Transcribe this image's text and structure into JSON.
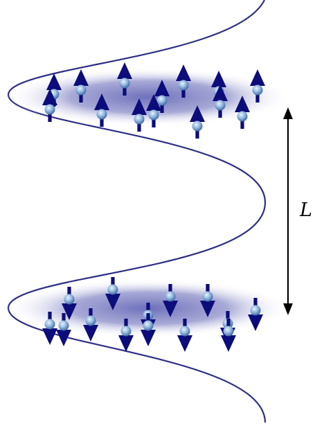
{
  "figure": {
    "separation_label": "L",
    "colors": {
      "potential_curve": "#2e2f86",
      "cloud": "#6668b8",
      "spin_arrow": "#0c0c7a",
      "atom_core": "#7fa8d4",
      "atom_highlight": "#e8f3ff",
      "distance_arrow": "#000000"
    },
    "upper_cloud": {
      "spin": "up",
      "atom_count": 14
    },
    "lower_cloud": {
      "spin": "down",
      "atom_count": 14
    }
  }
}
